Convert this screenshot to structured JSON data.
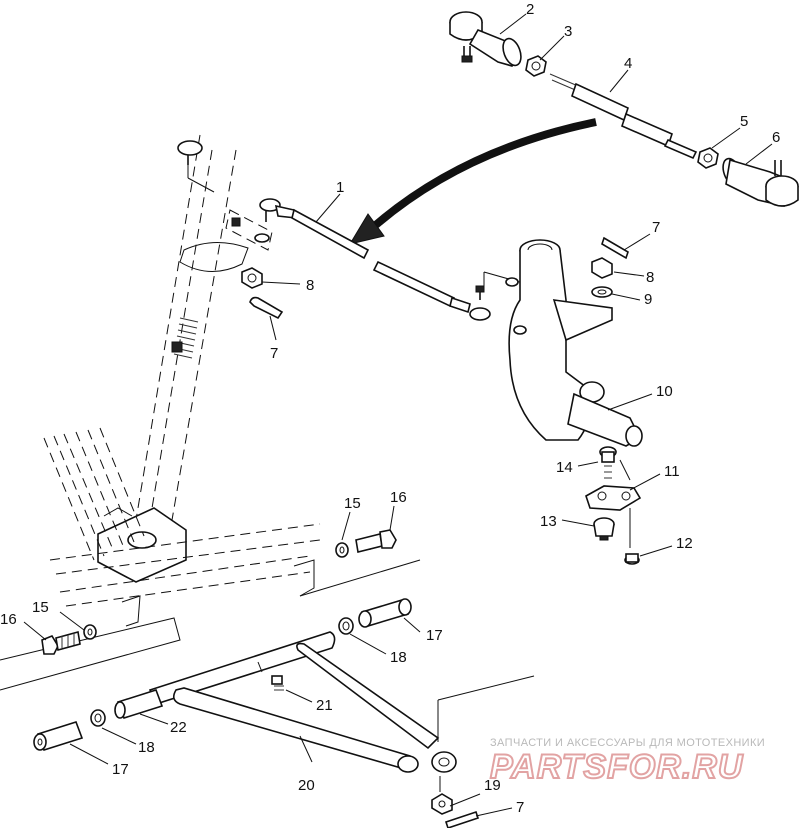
{
  "callouts": [
    {
      "id": "c2a",
      "label": "2"
    },
    {
      "id": "c3",
      "label": "3"
    },
    {
      "id": "c4",
      "label": "4"
    },
    {
      "id": "c5",
      "label": "5"
    },
    {
      "id": "c6",
      "label": "6"
    },
    {
      "id": "c1",
      "label": "1"
    },
    {
      "id": "c7a",
      "label": "7"
    },
    {
      "id": "c8a",
      "label": "8"
    },
    {
      "id": "c9",
      "label": "9"
    },
    {
      "id": "c8b",
      "label": "8"
    },
    {
      "id": "c7b",
      "label": "7"
    },
    {
      "id": "c10",
      "label": "10"
    },
    {
      "id": "c14",
      "label": "14"
    },
    {
      "id": "c11",
      "label": "11"
    },
    {
      "id": "c13",
      "label": "13"
    },
    {
      "id": "c12",
      "label": "12"
    },
    {
      "id": "c15a",
      "label": "15"
    },
    {
      "id": "c16a",
      "label": "16"
    },
    {
      "id": "c15b",
      "label": "15"
    },
    {
      "id": "c16b",
      "label": "16"
    },
    {
      "id": "c17a",
      "label": "17"
    },
    {
      "id": "c18a",
      "label": "18"
    },
    {
      "id": "c21",
      "label": "21"
    },
    {
      "id": "c22",
      "label": "22"
    },
    {
      "id": "c18b",
      "label": "18"
    },
    {
      "id": "c17b",
      "label": "17"
    },
    {
      "id": "c20",
      "label": "20"
    },
    {
      "id": "c19",
      "label": "19"
    },
    {
      "id": "c7c",
      "label": "7"
    }
  ],
  "watermark": {
    "tagline": "ЗАПЧАСТИ И АКСЕССУАРЫ ДЛЯ МОТОТЕХНИКИ",
    "brand": "PARTSFOR.RU"
  },
  "colors": {
    "line": "#111111",
    "background": "#ffffff",
    "watermark_text": "#b9b9b9",
    "watermark_brand_outline": "#e2a3a3"
  }
}
